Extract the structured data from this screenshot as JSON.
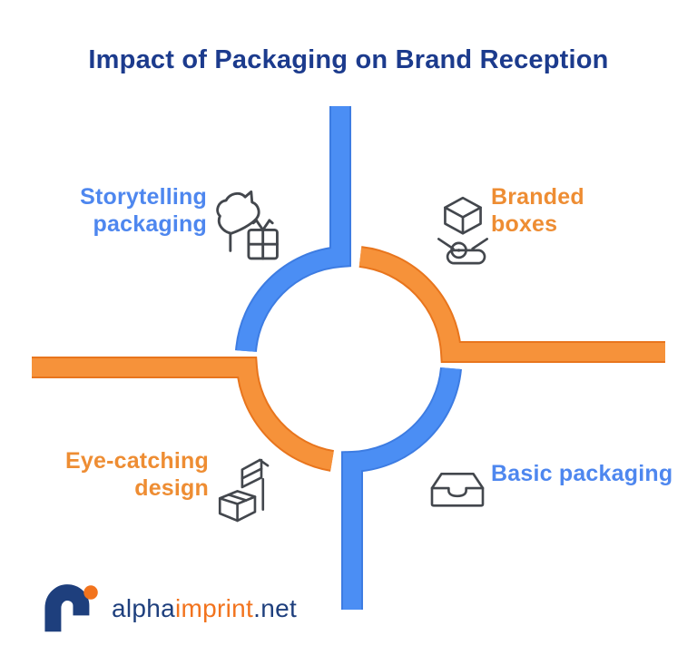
{
  "title": "Impact of Packaging on Brand Reception",
  "quadrants": {
    "storytelling": {
      "label": "Storytelling\npackaging",
      "color": "#4e87ef",
      "icon": "speech-bubble-and-gift-icon",
      "position": "top-left"
    },
    "branded": {
      "label": "Branded\nboxes",
      "color": "#ee8d33",
      "icon": "cube-projector-icon",
      "position": "top-right"
    },
    "eyecatching": {
      "label": "Eye-catching\ndesign",
      "color": "#ee8d33",
      "icon": "box-with-banner-icon",
      "position": "bottom-left"
    },
    "basic": {
      "label": "Basic packaging",
      "color": "#4e87ef",
      "icon": "inbox-tray-icon",
      "position": "bottom-right"
    }
  },
  "colors": {
    "flow_blue": "#4b8ef4",
    "flow_blue_edge": "#3d7ce2",
    "flow_orange": "#f6923a",
    "flow_orange_edge": "#e8751d",
    "title_navy": "#1c3b8d",
    "icon_gray": "#43474d",
    "logo_navy": "#1e3f7d",
    "logo_orange": "#f2731d",
    "background": "#ffffff"
  },
  "footer": {
    "brand_part1": "alpha",
    "brand_part2": "imprint",
    "brand_part3": ".net"
  }
}
